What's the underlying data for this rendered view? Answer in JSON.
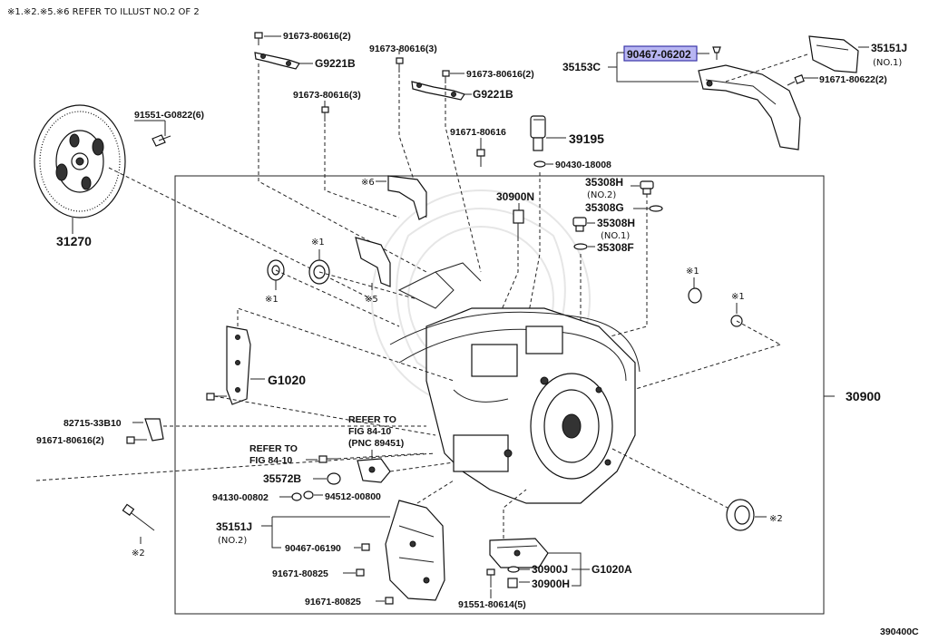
{
  "header_note": "※1.※2.※5.※6 REFER TO ILLUST NO.2 OF 2",
  "illustration_code": "390400C",
  "highlighted_part": "90467-06202",
  "markers": {
    "m1": "※1",
    "m2": "※2",
    "m5": "※5",
    "m6": "※6"
  },
  "parts": {
    "p31270": "31270",
    "p91551_g0822": "91551-G0822(6)",
    "p91673_top_left": "91673-80616(2)",
    "p91673_top_mid": "91673-80616(3)",
    "p91673_right": "91673-80616(2)",
    "p91673_left": "91673-80616(3)",
    "p_g9221b_left": "G9221B",
    "p_g9221b_right": "G9221B",
    "p90467_06202": "90467-06202",
    "p35153c": "35153C",
    "p35151j_no1": "35151J",
    "p35151j_no1_sub": "(NO.1)",
    "p91671_80622": "91671-80622(2)",
    "p91671_80616": "91671-80616",
    "p39195": "39195",
    "p90430_18008": "90430-18008",
    "p30900n": "30900N",
    "p35308h_no2": "35308H",
    "p35308h_no2_sub": "(NO.2)",
    "p35308g": "35308G",
    "p35308h_no1": "35308H",
    "p35308h_no1_sub": "(NO.1)",
    "p35308f": "35308F",
    "p30900": "30900",
    "pg1020": "G1020",
    "p82715_33b10": "82715-33B10",
    "p91671_80616_2": "91671-80616(2)",
    "refer1_l1": "REFER TO",
    "refer1_l2": "FIG 84-10",
    "refer1_l3": "(PNC 89451)",
    "refer2_l1": "REFER TO",
    "refer2_l2": "FIG 84-10",
    "p35572b": "35572B",
    "p94130_00802": "94130-00802",
    "p94512_00800": "94512-00800",
    "p35151j_no2": "35151J",
    "p35151j_no2_sub": "(NO.2)",
    "p90467_06190": "90467-06190",
    "p91671_80825_a": "91671-80825",
    "p91671_80825_b": "91671-80825",
    "p30900j": "30900J",
    "p30900h": "30900H",
    "pg1020a": "G1020A",
    "p91551_80614": "91551-80614(5)"
  }
}
